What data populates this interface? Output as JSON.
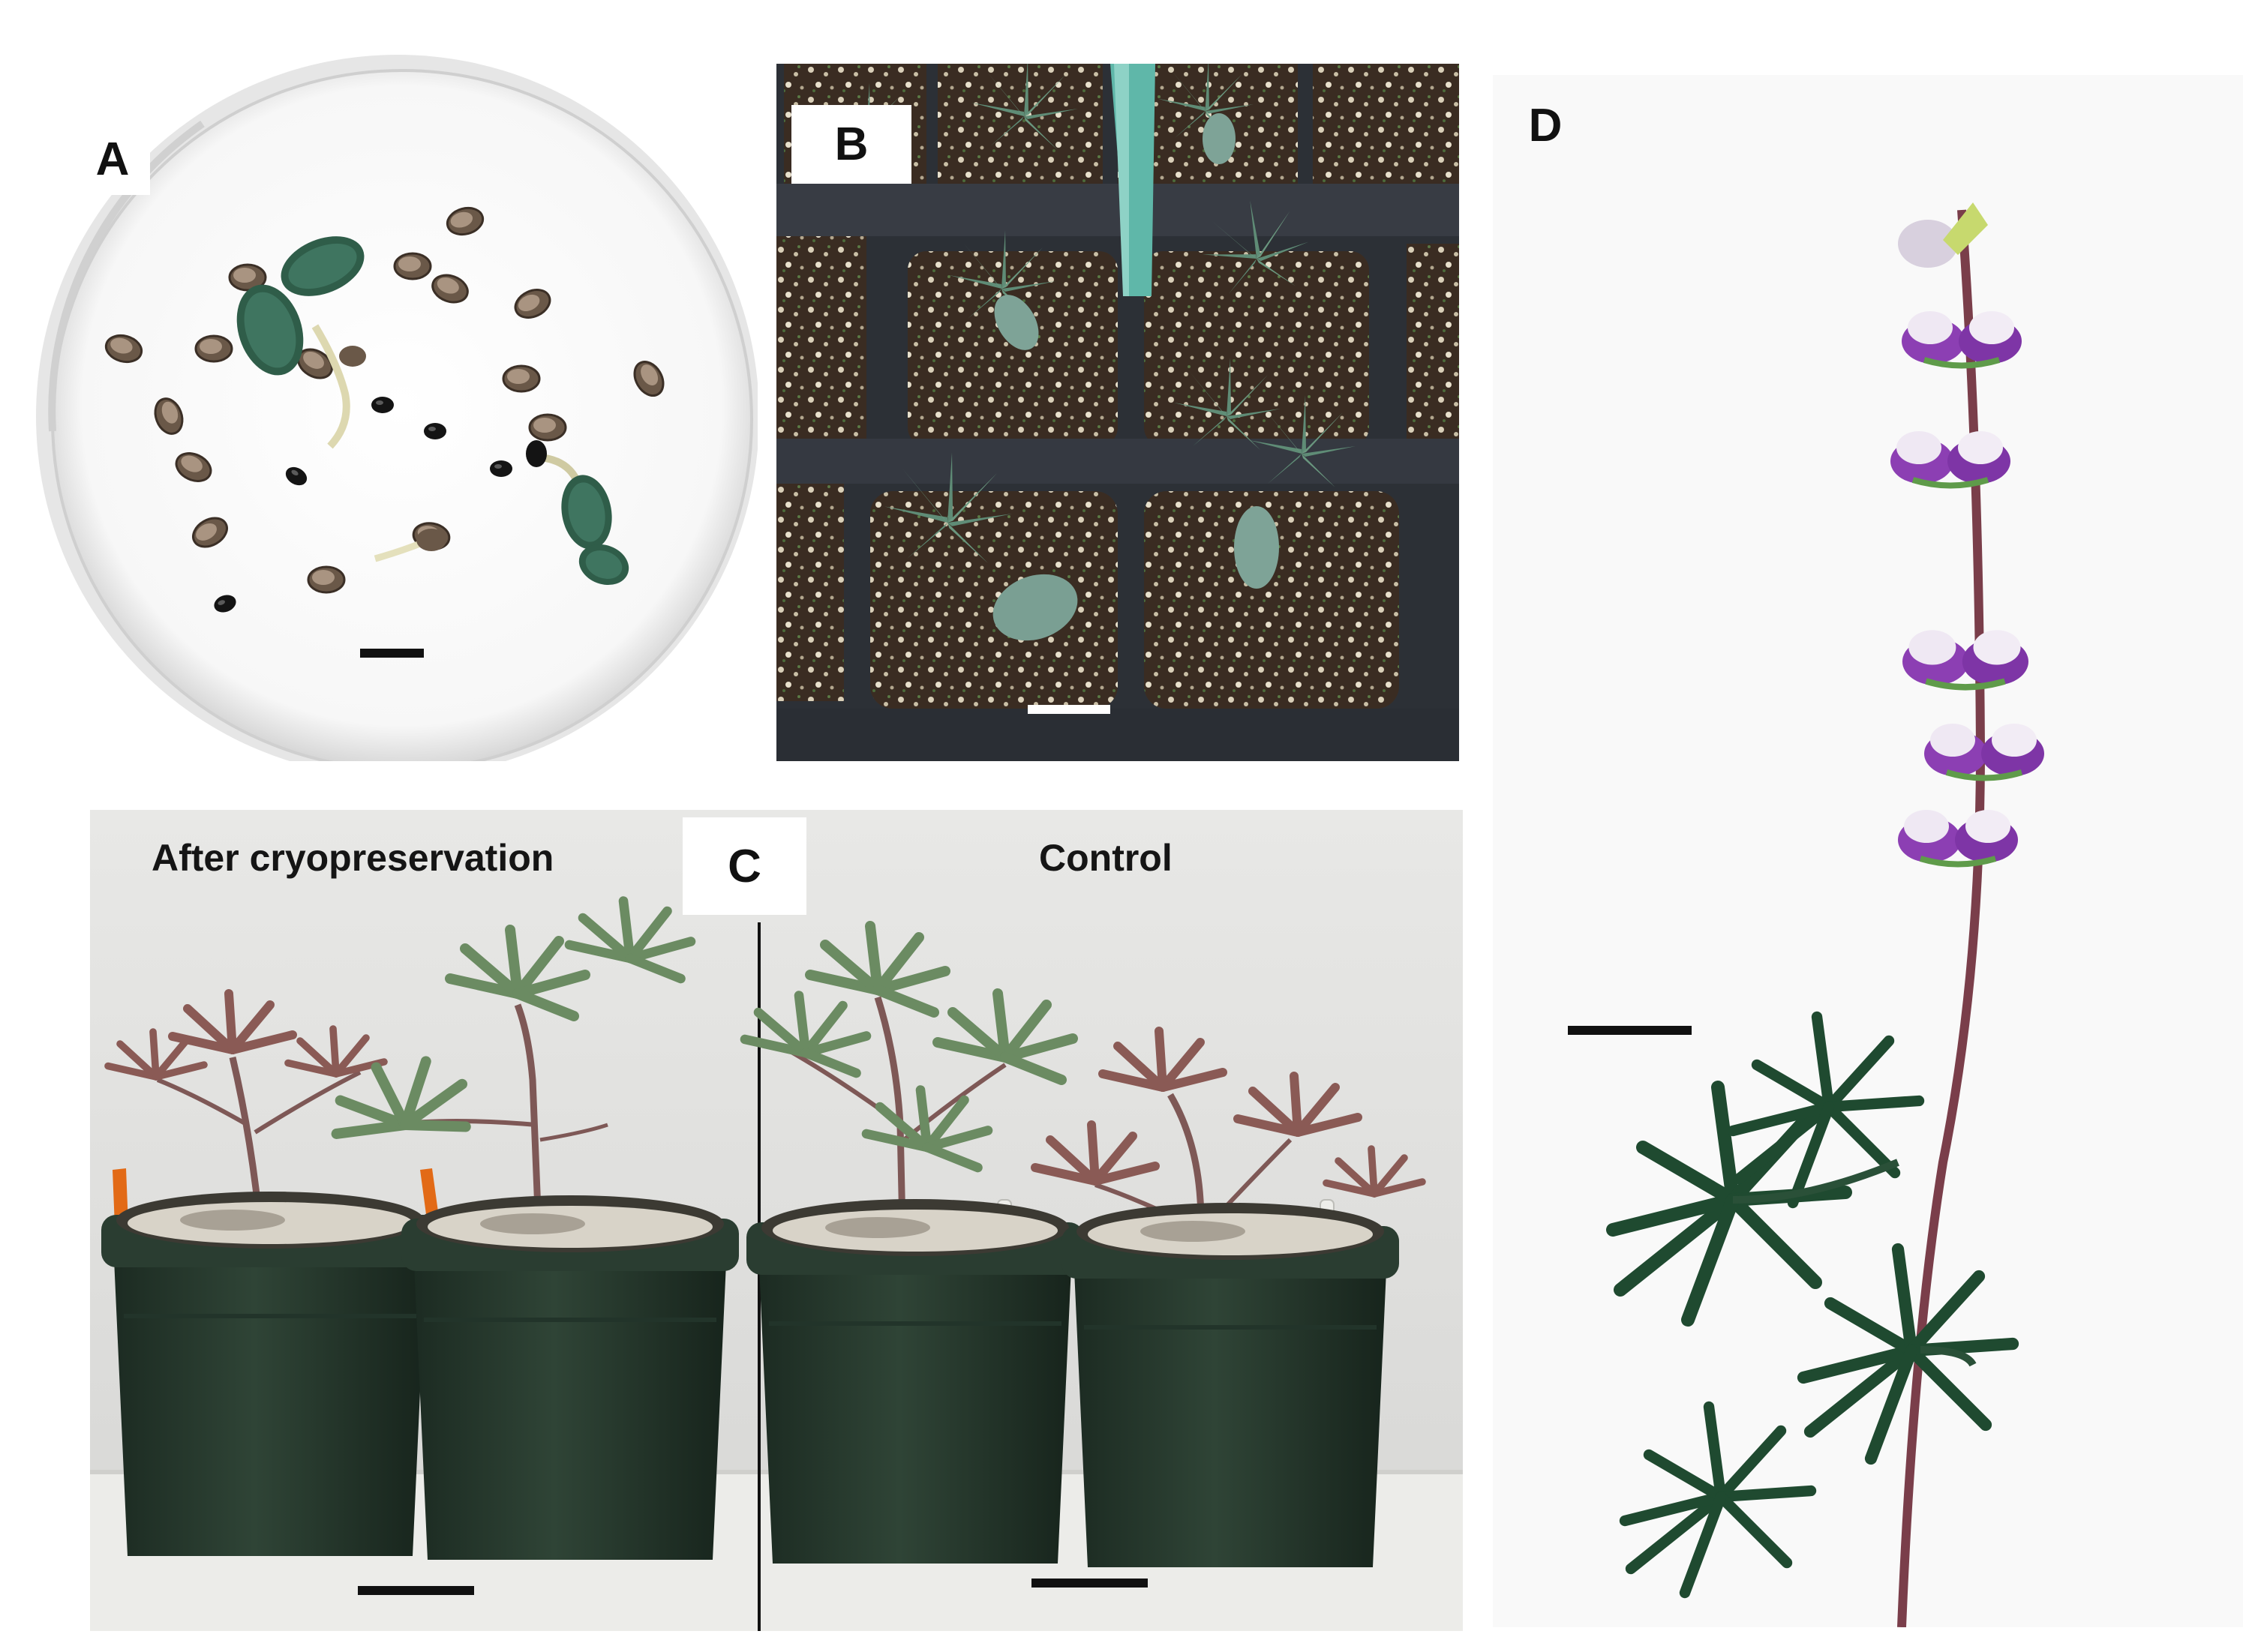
{
  "panels": {
    "a": {
      "label": "A"
    },
    "b": {
      "label": "B"
    },
    "c": {
      "label": "C",
      "left_caption": "After cryopreservation",
      "right_caption": "Control"
    },
    "d": {
      "label": "D"
    }
  },
  "colors": {
    "leaf": "#4f7a62",
    "dark_leaf": "#1e3a2a",
    "pot": "#22342a",
    "flower": "#8a3fb0",
    "tray": "#2c3036",
    "background": "#ffffff",
    "scale_bar_dark": "#111111",
    "scale_bar_light": "#ffffff"
  }
}
